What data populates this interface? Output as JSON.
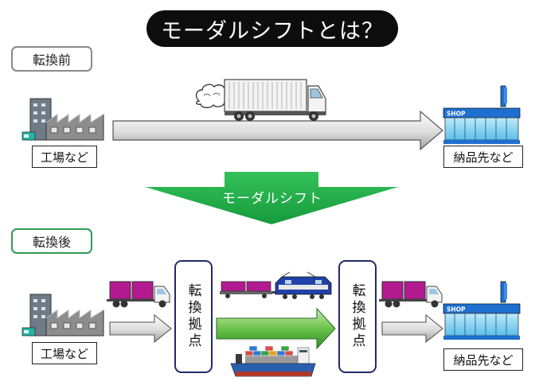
{
  "title": "モーダルシフトとは？",
  "stages": {
    "before": "転換前",
    "after": "転換後"
  },
  "origin_label": "工場など",
  "destination_label": "納品先など",
  "shift_label": "モーダルシフト",
  "hub_label": "転換拠点",
  "shop_sign": "SHOP",
  "colors": {
    "title_bg": "#0d0d0d",
    "before_border": "#8a8a8a",
    "after_border": "#2f9d57",
    "shift_arrow": "#2bb24c",
    "hub_border": "#202a6b",
    "container": "#b31a8f",
    "shop_blue": "#1e6fd0"
  }
}
